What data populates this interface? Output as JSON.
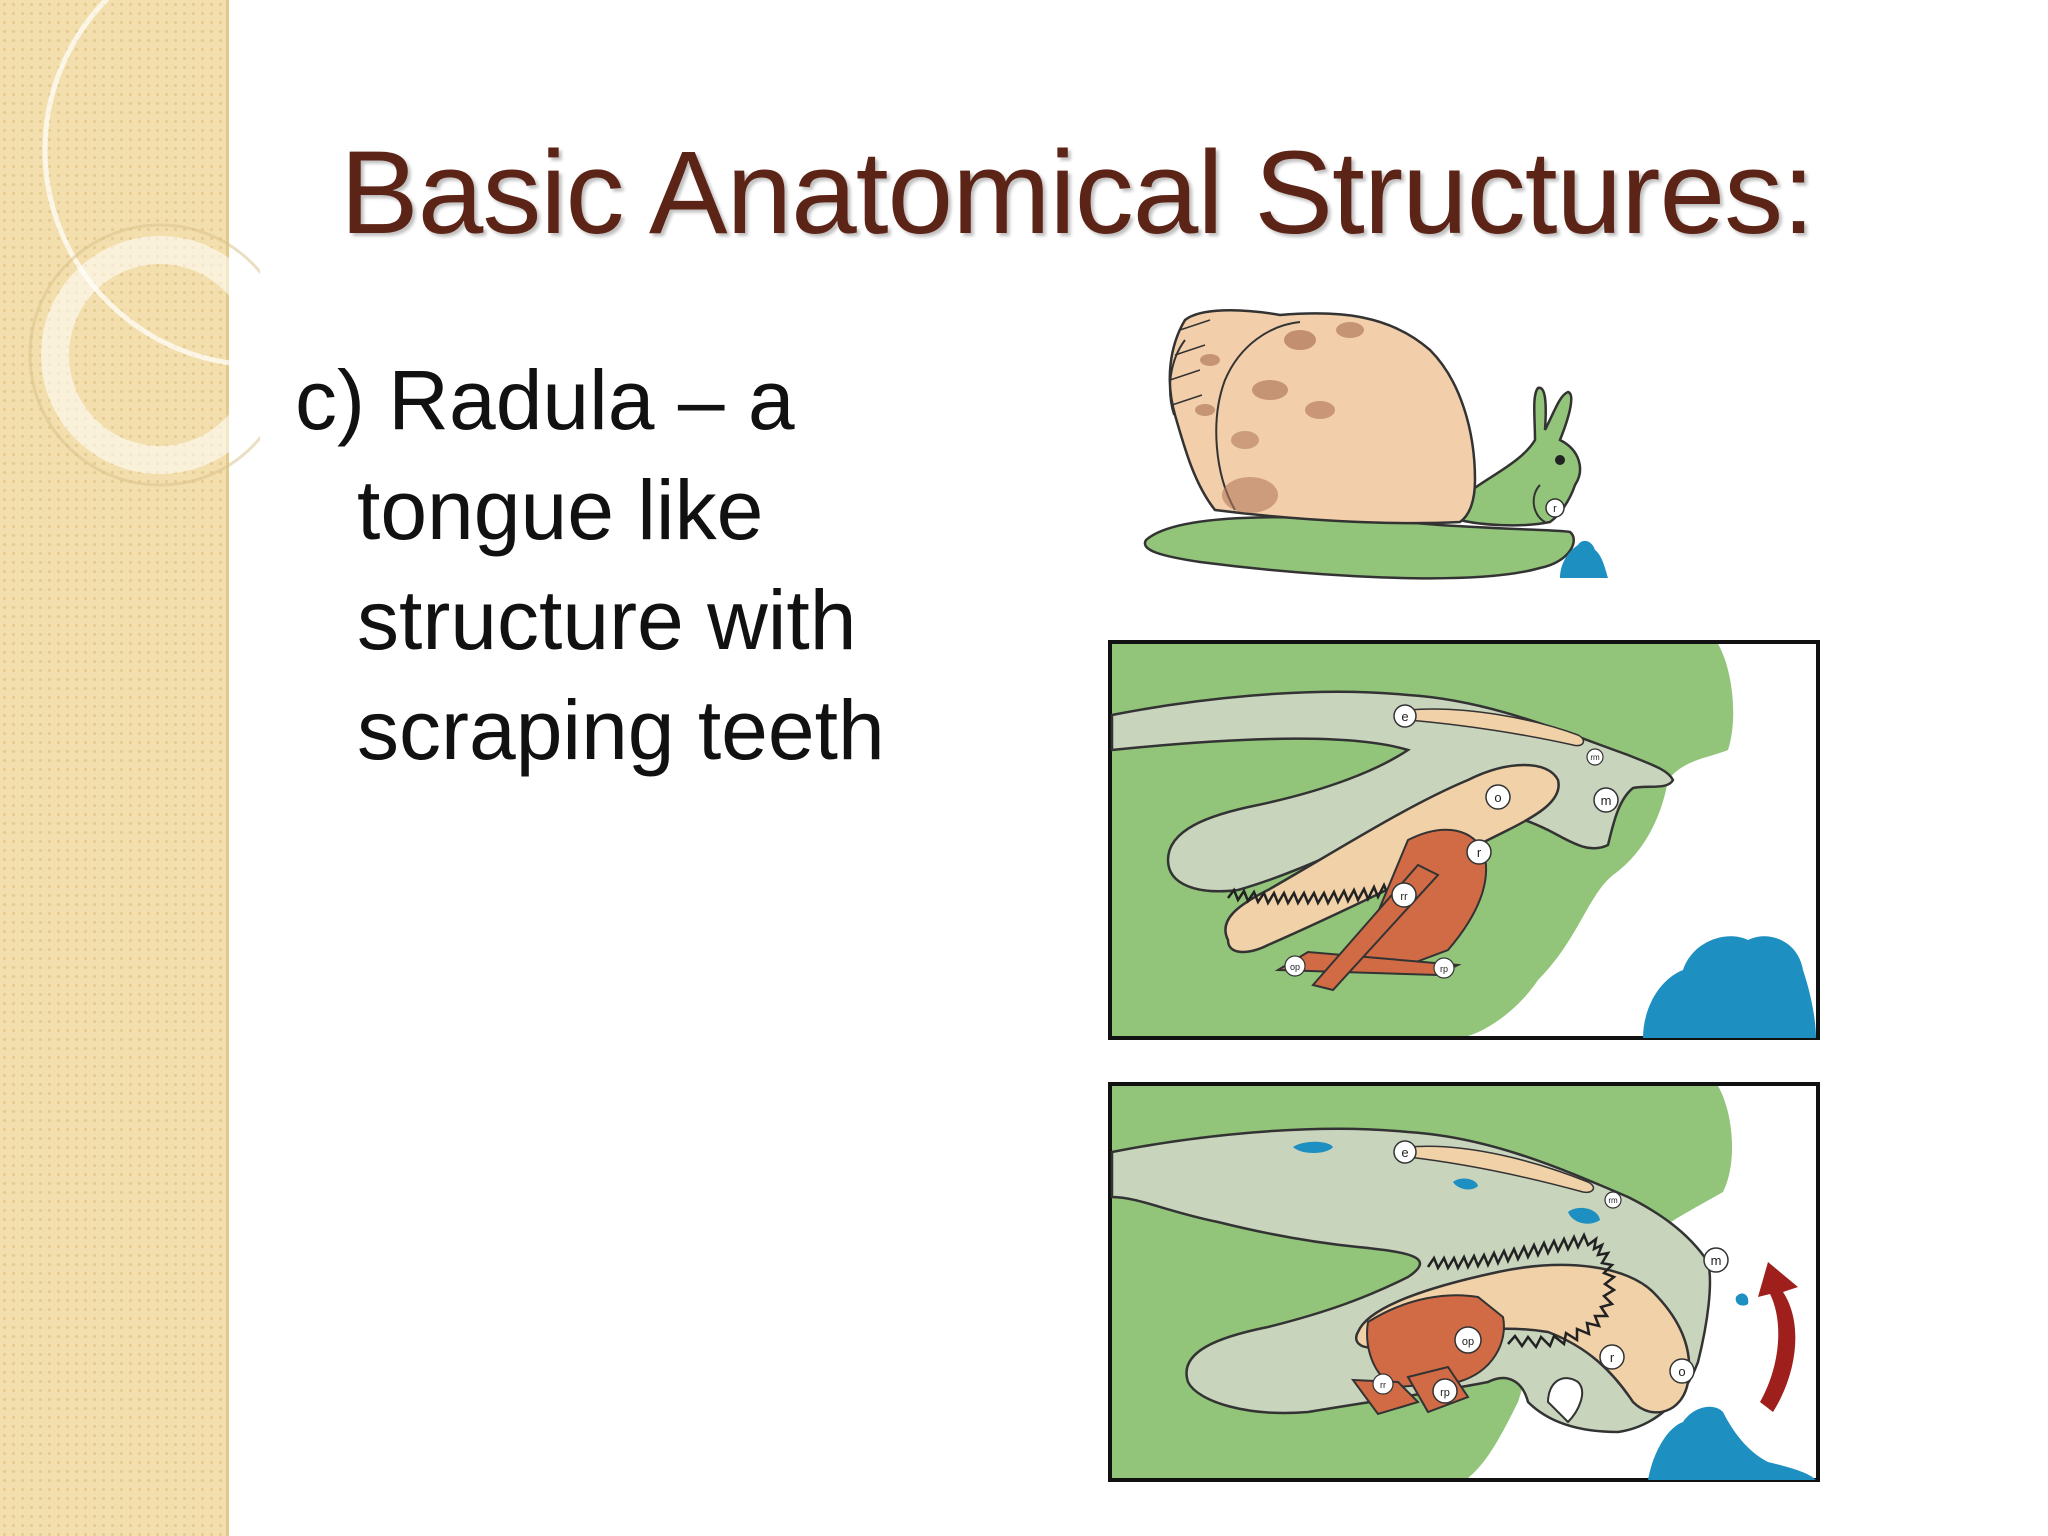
{
  "slide": {
    "title": "Basic Anatomical Structures:",
    "body_lines": [
      "c) Radula – a",
      "tongue like",
      "structure with",
      "scraping teeth"
    ]
  },
  "diagram": {
    "snail_labels": {
      "r": "r"
    },
    "panel1_labels": {
      "e": "e",
      "m": "m",
      "o": "o",
      "r": "r",
      "rr": "rr",
      "op": "op",
      "rp": "rp",
      "rm": "rm"
    },
    "panel2_labels": {
      "e": "e",
      "m": "m",
      "o": "o",
      "r": "r",
      "rr": "rr",
      "op": "op",
      "rp": "rp",
      "rm": "rm"
    }
  },
  "colors": {
    "title": "#5c2416",
    "body_green": "#92c47a",
    "shell": "#f2cfaa",
    "shell_spots": "#b27a5e",
    "cavity": "#c9d4bd",
    "odontophore": "#f0d1a8",
    "muscle": "#d06b45",
    "food": "#1d8fc0",
    "arrow": "#9e1f1b",
    "sidebar": "#f3dfae"
  }
}
